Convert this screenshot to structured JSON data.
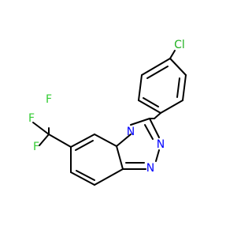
{
  "diagram": {
    "type": "chemical-structure",
    "colors": {
      "bond": "#000000",
      "carbon_label": "#000000",
      "nitrogen": "#0000ff",
      "fluorine": "#33cc33",
      "chlorine": "#1fb11f",
      "background": "#ffffff"
    },
    "atom_labels": {
      "cl": "Cl",
      "f_top": "F",
      "f_left": "F",
      "f_bottom": "F",
      "n_bridge": "N",
      "n_ring_upper": "N",
      "n_ring_lower": "N"
    }
  }
}
